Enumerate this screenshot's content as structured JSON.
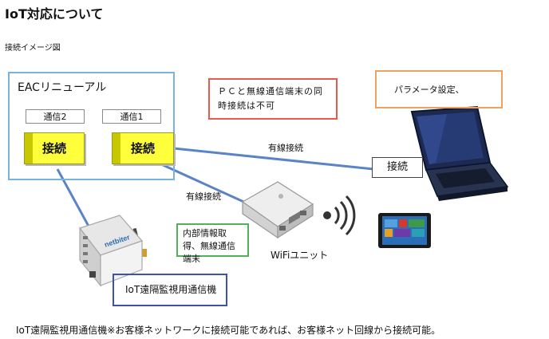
{
  "header": {
    "title": "IoT対応について",
    "subtitle": "接続イメージ図"
  },
  "eac": {
    "label": "EACリニューアル",
    "ports": [
      {
        "label": "通信2",
        "connect": "接続"
      },
      {
        "label": "通信1",
        "connect": "接続"
      }
    ]
  },
  "notes": {
    "simultaneous": "ＰＣと無線通信端末の同時接続は不可",
    "params": "パラメータ設定、",
    "pc_connect": "接続",
    "wired1": "有線接続",
    "wired2": "有線接続",
    "internal": "内部情報取得、無線通信端末",
    "wifi_unit": "WiFiユニット",
    "iot_device": "IoT遠隔監視用通信機",
    "bottom": "IoT遠隔監視用通信機※お客様ネットワークに接続可能であれば、お客様ネット回線から接続可能。"
  },
  "colors": {
    "eac_border": "#79b3dd",
    "connect_fill": "#ffff3c",
    "red_note": "#e95a4c",
    "orange_note": "#f0a060",
    "green_note": "#53b05a",
    "blue_note": "#3a55a8",
    "line": "#5b84c6"
  }
}
